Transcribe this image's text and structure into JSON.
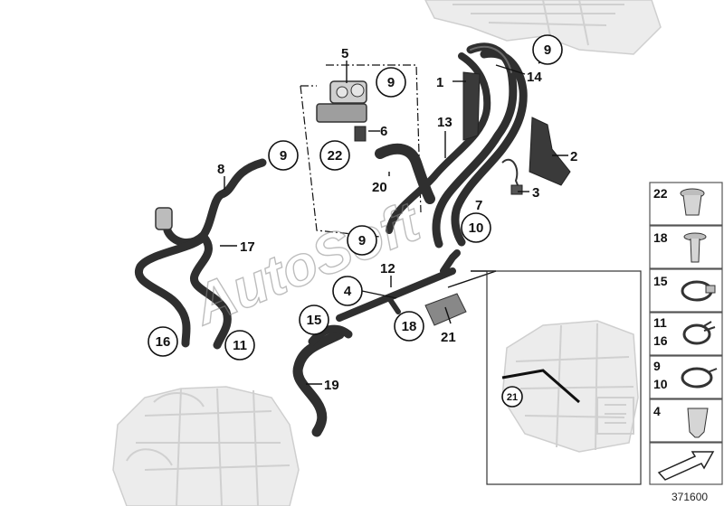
{
  "callouts": {
    "c9_top_right": "9",
    "c9_valve": "9",
    "c9_left": "9",
    "c9_mid": "9",
    "c22": "22",
    "c10": "10",
    "c15": "15",
    "c18": "18",
    "c16": "16",
    "c11": "11",
    "c4": "4",
    "c21": "21"
  },
  "labels": {
    "l5": "5",
    "l6": "6",
    "l1": "1",
    "l14": "14",
    "l13": "13",
    "l2": "2",
    "l3": "3",
    "l7": "7",
    "l8": "8",
    "l20": "20",
    "l17": "17",
    "l12": "12",
    "l21": "21",
    "l19": "19"
  },
  "legend": {
    "items": [
      {
        "num": "22"
      },
      {
        "num": "18"
      },
      {
        "num": "15"
      },
      {
        "num": "11",
        "num2": "16"
      },
      {
        "num": "9",
        "num2": "10"
      },
      {
        "num": "4"
      }
    ]
  },
  "watermark": "AutoSoft",
  "diagram_number": "371600",
  "colors": {
    "hose": "#2f2f2f",
    "ghost": "#d0d0d0",
    "watermark": "#888888"
  }
}
